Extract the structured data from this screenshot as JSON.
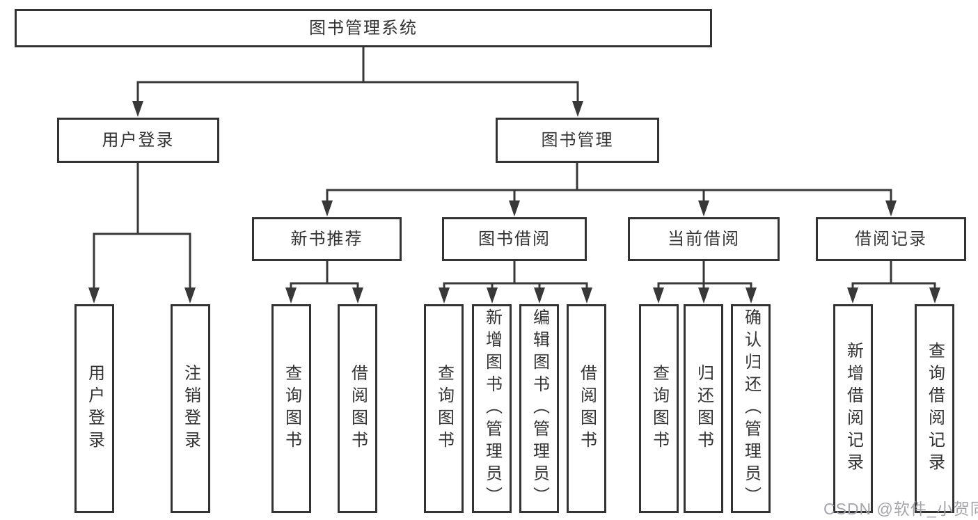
{
  "colors": {
    "line": "#383838",
    "border": "#333333",
    "text": "#333333",
    "watermark": "#a0a0a5",
    "background": "#ffffff"
  },
  "watermark": "CSDN @软件_小贺同学",
  "tree": {
    "label": "图书管理系统",
    "children": [
      {
        "label": "用户登录",
        "children": [
          {
            "label": "用户登录"
          },
          {
            "label": "注销登录"
          }
        ]
      },
      {
        "label": "图书管理",
        "children": [
          {
            "label": "新书推荐",
            "children": [
              {
                "label": "查询图书"
              },
              {
                "label": "借阅图书"
              }
            ]
          },
          {
            "label": "图书借阅",
            "children": [
              {
                "label": "查询图书"
              },
              {
                "label": "新增图书（管理员）"
              },
              {
                "label": "编辑图书（管理员）"
              },
              {
                "label": "借阅图书"
              }
            ]
          },
          {
            "label": "当前借阅",
            "children": [
              {
                "label": "查询图书"
              },
              {
                "label": "归还图书"
              },
              {
                "label": "确认归还（管理员）"
              }
            ]
          },
          {
            "label": "借阅记录",
            "children": [
              {
                "label": "新增借阅记录"
              },
              {
                "label": "查询借阅记录"
              }
            ]
          }
        ]
      }
    ]
  }
}
